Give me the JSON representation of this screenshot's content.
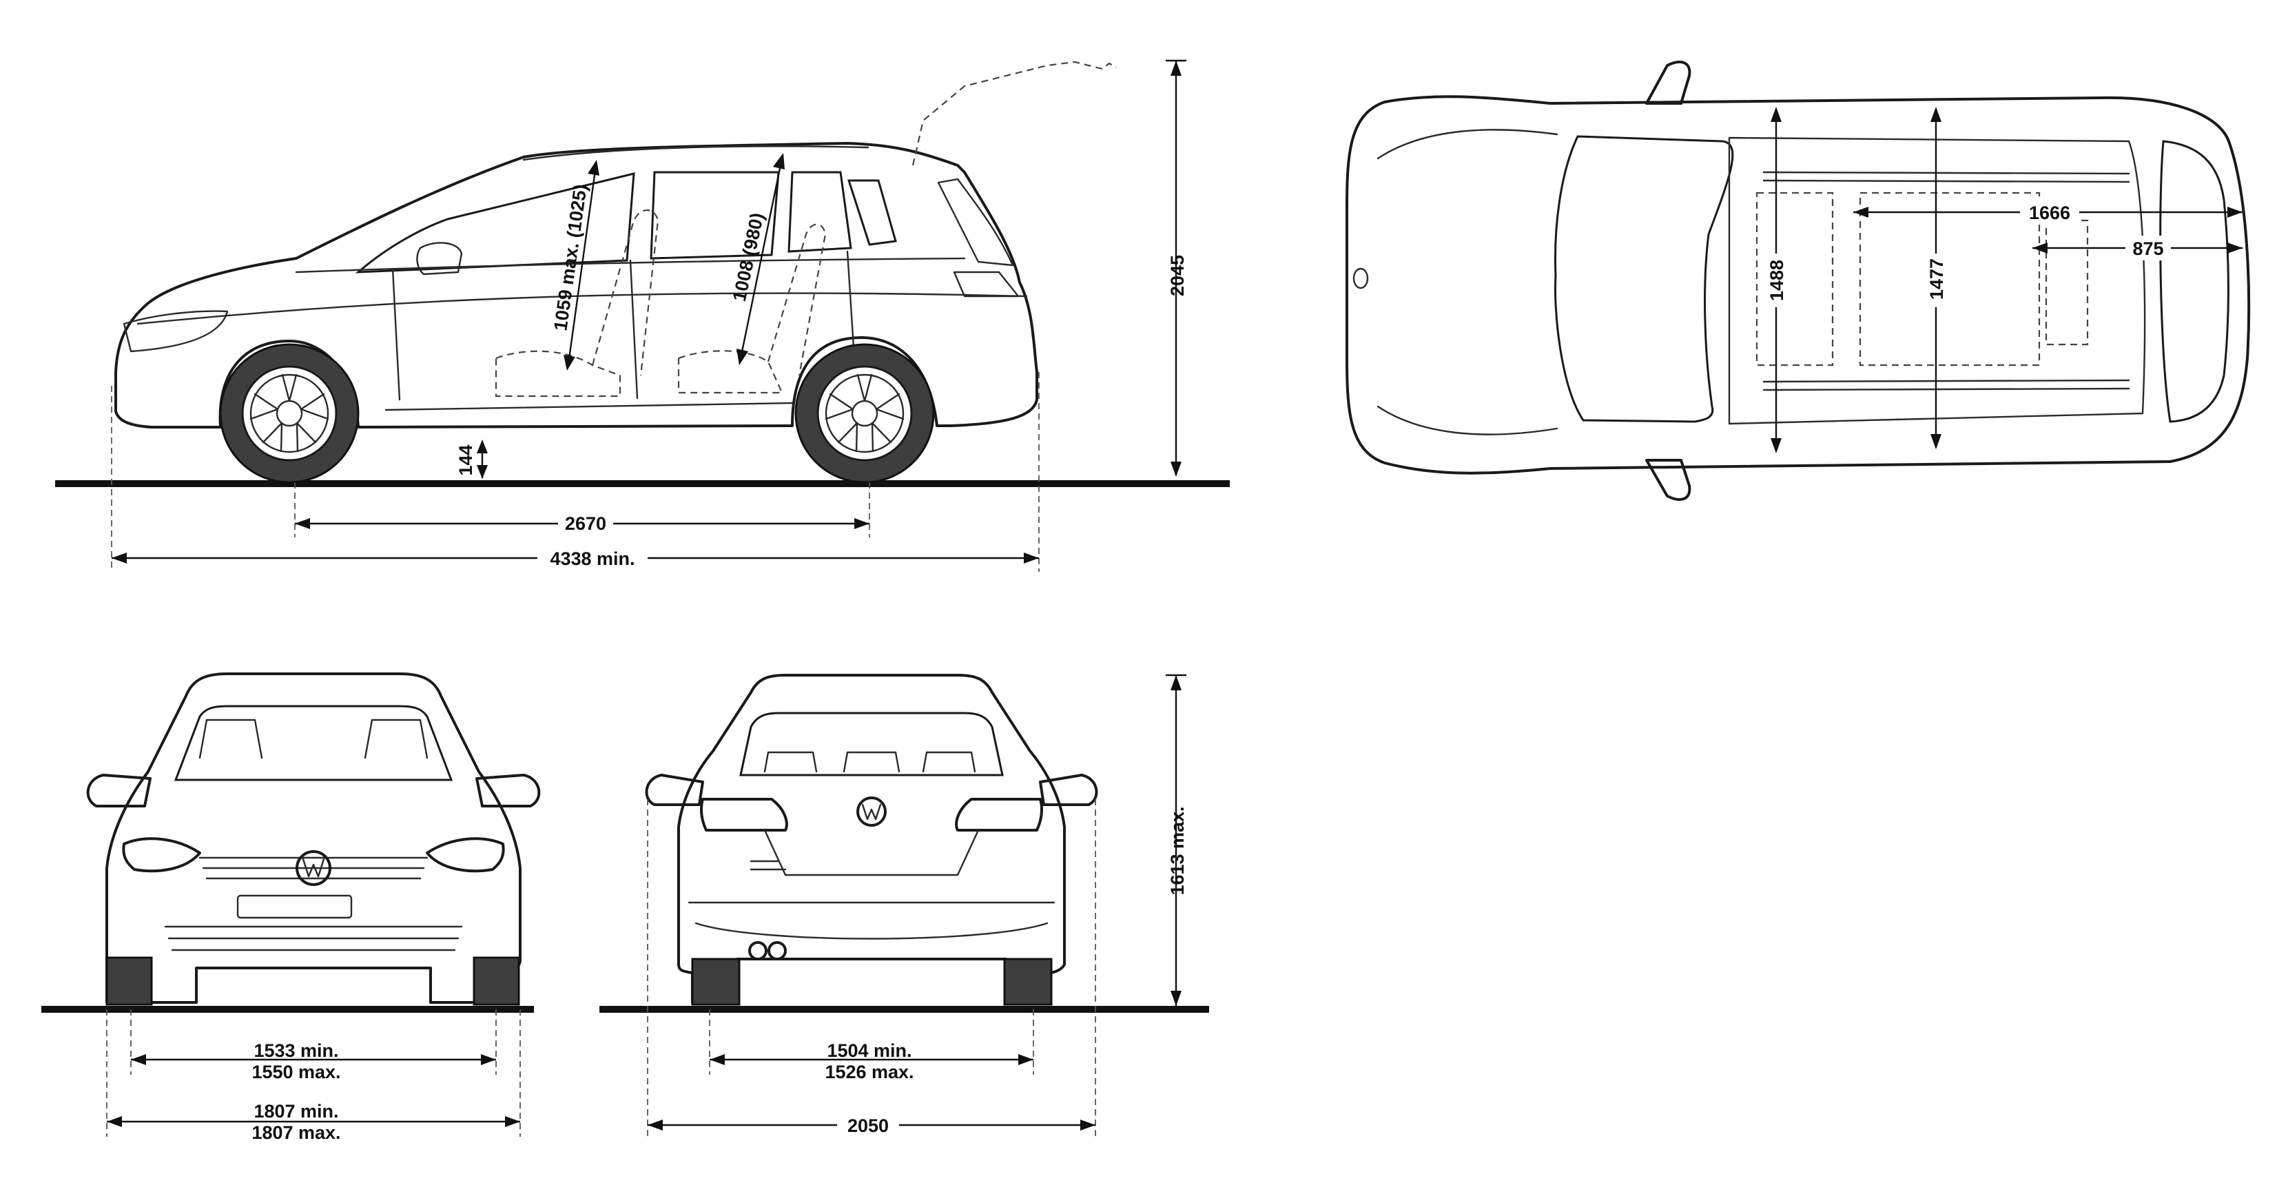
{
  "side_view": {
    "overall_height": "2045",
    "ground_clearance": "144",
    "wheelbase": "2670",
    "overall_length": "4338 min.",
    "front_headroom": "1059 max. (1025)",
    "rear_headroom": "1008 (980)"
  },
  "top_view": {
    "width_front_interior": "1488",
    "width_rear_interior": "1477",
    "load_length": "1666",
    "load_length_rear": "875"
  },
  "front_view": {
    "track_front_min": "1533 min.",
    "track_front_max": "1550 max.",
    "width_min": "1807 min.",
    "width_max": "1807 max."
  },
  "rear_view": {
    "track_rear_min": "1504 min.",
    "track_rear_max": "1526 max.",
    "width_mirrors": "2050",
    "height_max": "1613 max."
  },
  "colors": {
    "line": "#1a1a1a",
    "tyre": "#3e3e3e",
    "background": "#ffffff"
  }
}
